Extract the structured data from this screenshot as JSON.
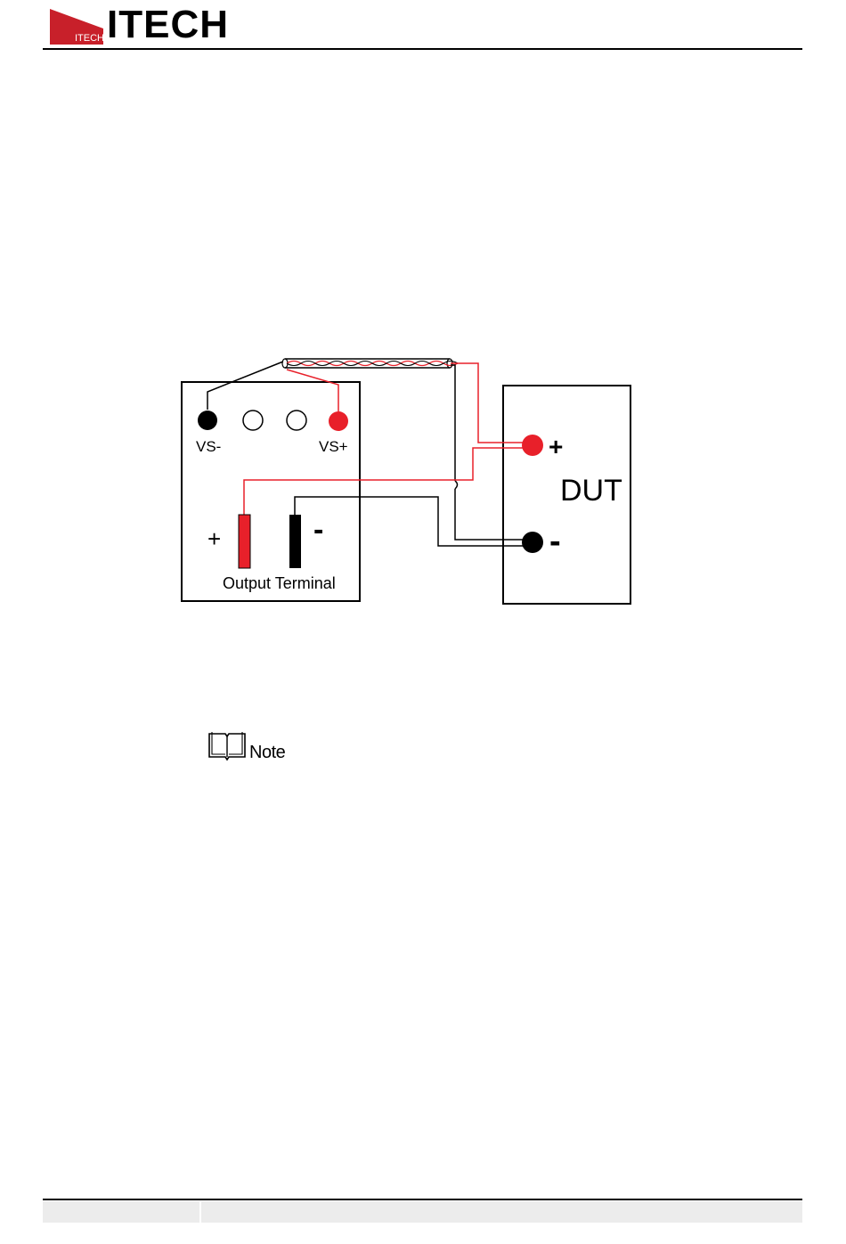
{
  "header": {
    "logo_text": "ITECH",
    "logo_mark_text": "ITECH"
  },
  "diagram": {
    "sense_minus_label": "VS-",
    "sense_plus_label": "VS+",
    "output_plus_symbol": "+",
    "output_minus_symbol": "-",
    "output_terminal_label": "Output Terminal",
    "dut_label": "DUT",
    "dut_plus_symbol": "+",
    "dut_minus_symbol": "-",
    "colors": {
      "positive": "#e8202a",
      "negative": "#000000",
      "outline": "#000000"
    }
  },
  "note": {
    "label": "Note",
    "icon": "book-icon"
  }
}
